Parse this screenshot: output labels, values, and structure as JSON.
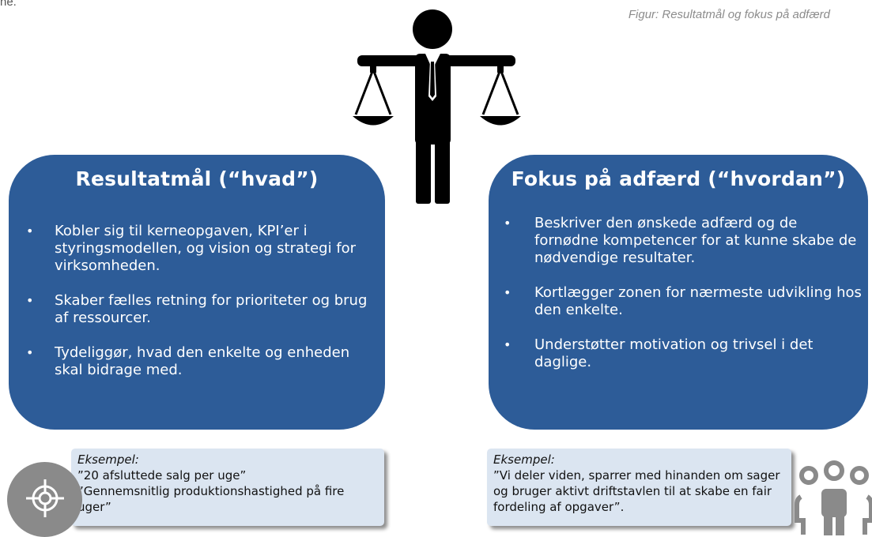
{
  "caption": "Figur: Resultatmål og fokus på adfærd",
  "stray_text": "ne.",
  "left_panel": {
    "title": "Resultatmål (“hvad”)",
    "bullets": [
      "Kobler sig til kerneopgaven, KPI’er i styringsmodellen, og vision og strategi for virksomheden.",
      "Skaber fælles retning for prioriteter og brug af ressourcer.",
      "Tydeliggør, hvad den enkelte og enheden skal bidrage med."
    ]
  },
  "right_panel": {
    "title": "Fokus på adfærd (“hvordan”)",
    "bullets": [
      "Beskriver den ønskede adfærd og de fornødne kompetencer for at kunne skabe de nødvendige resultater.",
      "Kortlægger zonen for nærmeste udvikling hos den enkelte.",
      "Understøtter motivation og trivsel i det daglige."
    ]
  },
  "left_example": {
    "heading": "Eksempel:",
    "lines": [
      "”20 afsluttede salg per uge”",
      "”Gennemsnitlig produktionshastighed på fire uger”"
    ]
  },
  "right_example": {
    "heading": "Eksempel:",
    "text": "”Vi deler viden, sparrer med hinanden om sager og bruger aktivt driftstavlen til at skabe en fair fordeling af opgaver”."
  },
  "bullet_glyph": "•",
  "colors": {
    "panel": "#2d5c98",
    "example_box": "#dbe5f1",
    "icon_gray": "#8a8a8a"
  },
  "icons": {
    "figure": "scales-person-icon",
    "left": "target-icon",
    "right": "people-icon"
  }
}
